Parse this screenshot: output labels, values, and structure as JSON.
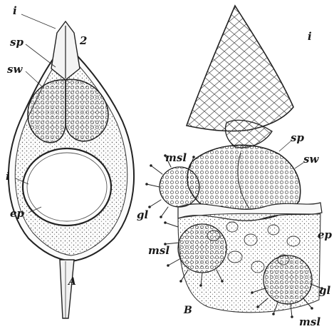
{
  "figure_a": {
    "caption": "A",
    "labels": {
      "integument_top": "i",
      "mark_2": "2",
      "sp": "sp",
      "sw": "sw",
      "integument_side": "i",
      "ep": "ep"
    }
  },
  "figure_b": {
    "caption": "B",
    "labels": {
      "integument": "i",
      "sp": "sp",
      "sw": "sw",
      "msl_upper": "msl",
      "gl_left": "gl",
      "ep": "ep",
      "msl_left": "msl",
      "gl_right": "gl",
      "msl_bottom": "msl"
    }
  }
}
